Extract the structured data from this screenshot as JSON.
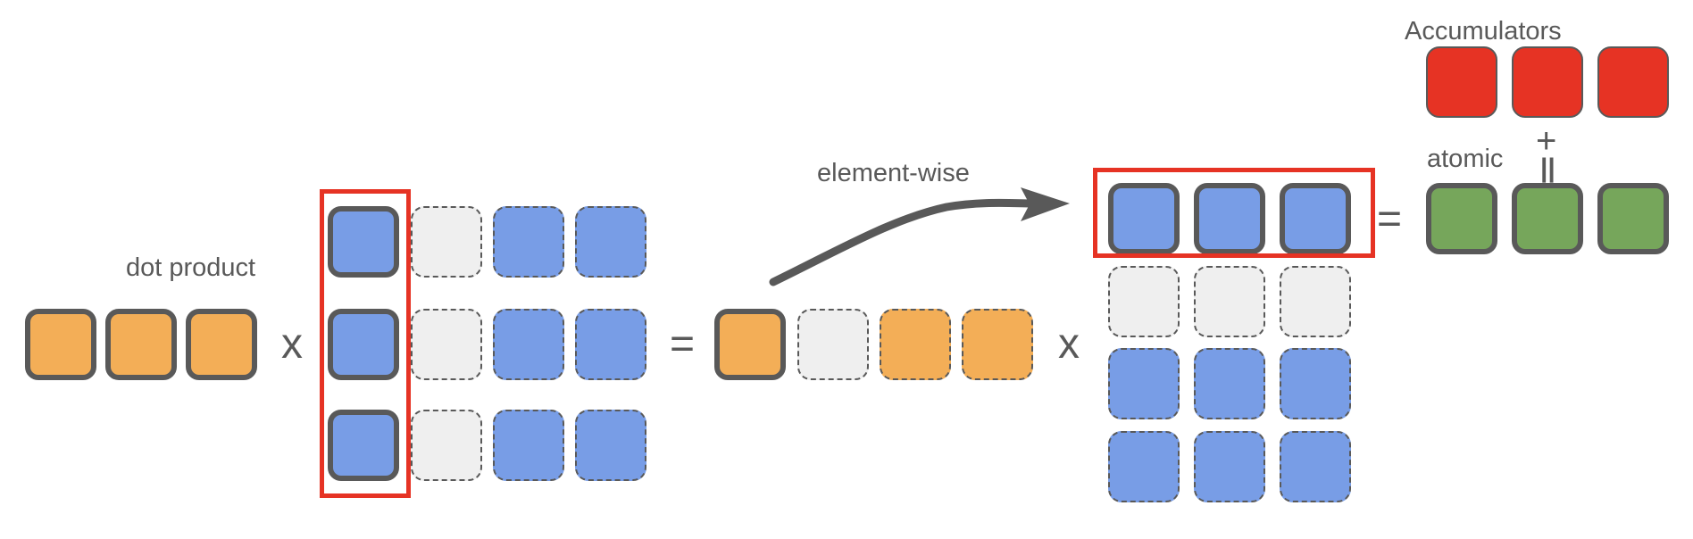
{
  "labels": {
    "dot_product": "dot product",
    "element_wise": "element-wise",
    "accumulators": "Accumulators",
    "atomic": "atomic"
  },
  "operators": {
    "times": "x",
    "equals": "=",
    "plus": "+",
    "parallel": "||"
  },
  "colors": {
    "orange": "#f3ae57",
    "blue": "#789de6",
    "gray": "#efefef",
    "red": "#e63324",
    "green": "#76a65b",
    "border": "#595959",
    "highlight": "#e63324"
  }
}
